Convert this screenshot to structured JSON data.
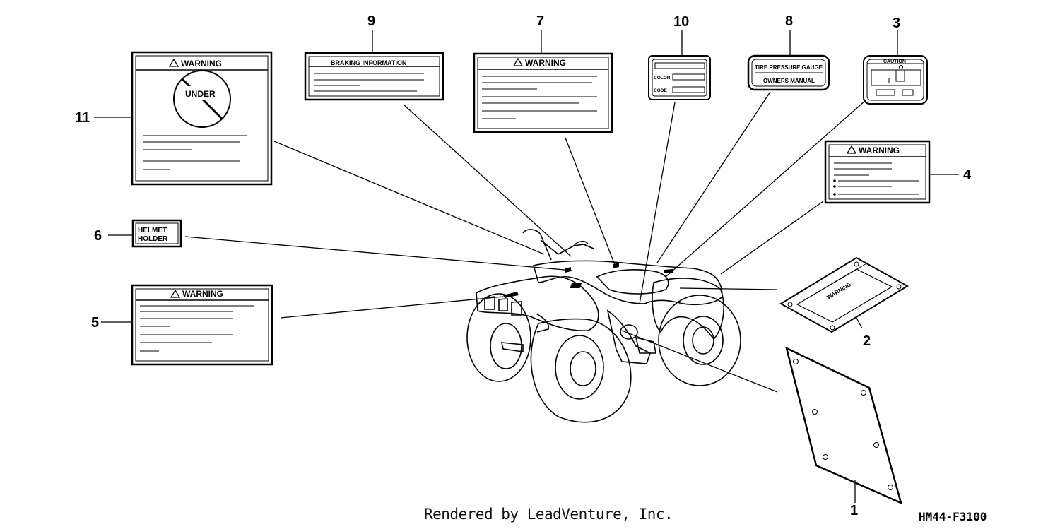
{
  "callouts": {
    "c1": "1",
    "c2": "2",
    "c3": "3",
    "c4": "4",
    "c5": "5",
    "c6": "6",
    "c7": "7",
    "c8": "8",
    "c9": "9",
    "c10": "10",
    "c11": "11"
  },
  "decals": {
    "warning": "WARNING",
    "under": "UNDER",
    "braking": "BRAKING INFORMATION",
    "color": "COLOR",
    "code": "CODE",
    "tire_pressure": "TIRE PRESSURE GAUGE",
    "owners_manual": "OWNERS MANUAL",
    "caution": "CAUTION",
    "helmet1": "HELMET",
    "helmet2": "HOLDER"
  },
  "footer": {
    "rendered_by": "Rendered by LeadVenture, Inc.",
    "diagram_code": "HM44-F3100"
  }
}
